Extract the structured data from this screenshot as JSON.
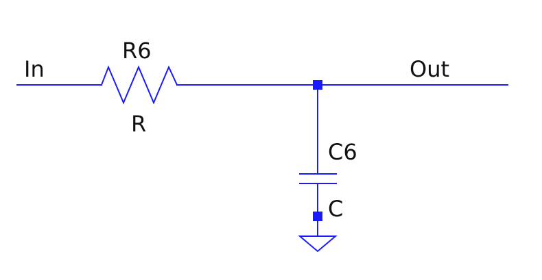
{
  "diagram": {
    "type": "circuit-schematic",
    "ports": {
      "input_label": "In",
      "output_label": "Out"
    },
    "resistor": {
      "designator": "R6",
      "value": "R"
    },
    "capacitor": {
      "designator": "C6",
      "value": "C"
    },
    "colors": {
      "wire": "#1a1aff",
      "text": "#111111",
      "background": "#ffffff"
    }
  }
}
